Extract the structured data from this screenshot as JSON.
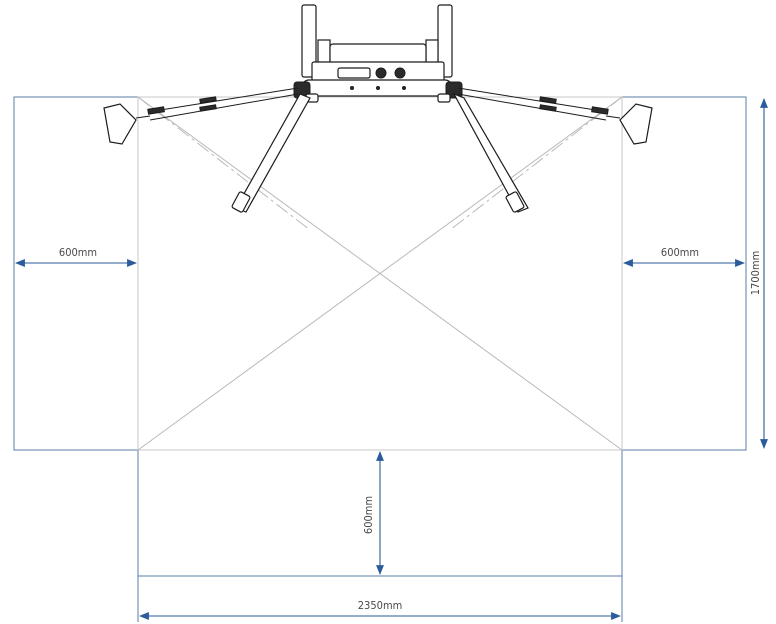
{
  "dimensions": {
    "left_clearance": "600mm",
    "right_clearance": "600mm",
    "front_clearance": "600mm",
    "total_width": "2350mm",
    "depth": "1700mm"
  },
  "colors": {
    "zone_outline": "#5a7fa6",
    "dimension_arrow": "#2a5b9a",
    "diagonal_guides": "#b9b9b9",
    "machine": "#1c1c1c"
  },
  "icons": {
    "machine": "cable-trainer-top-view"
  }
}
